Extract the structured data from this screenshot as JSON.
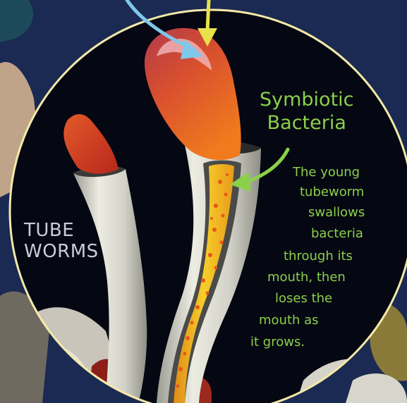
{
  "labels": {
    "tube_worms": [
      "TUBE",
      "WORMS"
    ],
    "symbiotic_bacteria": [
      "Symbiotic",
      "Bacteria"
    ]
  },
  "description_lines": [
    "The young",
    "tubeworm",
    "swallows",
    "bacteria",
    "through its",
    "mouth, then",
    "loses the",
    "mouth as",
    "it grows."
  ],
  "colors": {
    "background": "#1b2a52",
    "circle_fill": "#050712",
    "circle_border": "#f3e9a8",
    "label_green": "#8bd04a",
    "arrow_blue": "#7ec8ea",
    "arrow_yellow": "#e8e24a",
    "tube_white": "#dcdcd2",
    "plume_red": "#d8402a",
    "bacteria_yellow": "#f2c320"
  }
}
